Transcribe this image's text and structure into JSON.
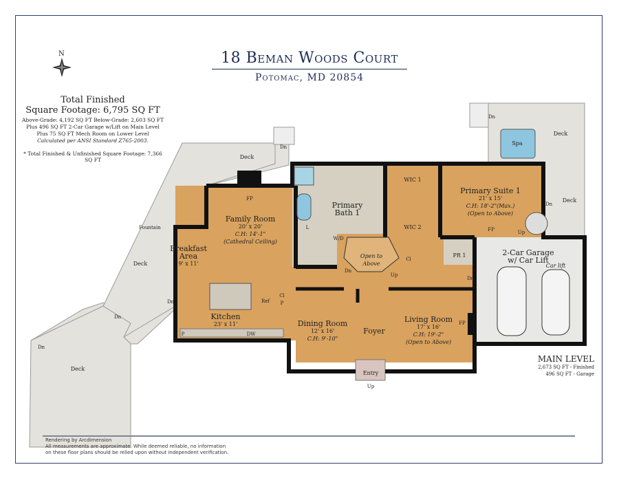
{
  "header": {
    "title": "18 Beman Woods Court",
    "subtitle": "Potomac, MD 20854",
    "compass_label": "N"
  },
  "square_footage": {
    "line1": "Total Finished",
    "line2": "Square Footage: 6,795 SQ FT",
    "grades": "Above-Grade: 4,192 SQ FT    Below-Grade: 2,603 SQ FT",
    "garage_note": "Plus 496 SQ FT 2-Car Garage w/Lift on Main Level",
    "mech_note": "Plus 75 SQ FT Mech Room on Lower Level",
    "standard": "Calculated per ANSI Standard Z765-2003.",
    "total_note": "* Total Finished & Unfinished Square Footage: 7,366 SQ FT"
  },
  "rooms": {
    "family": {
      "name": "Family Room",
      "dim": "20' x 20'",
      "ch": "C.H: 14'-1\"",
      "note": "(Cathedral Ceiling)"
    },
    "breakfast": {
      "name1": "Breakfast",
      "name2": "Area",
      "dim": "9' x 11'"
    },
    "kitchen": {
      "name": "Kitchen",
      "dim": "23' x 11'"
    },
    "bath": {
      "name1": "Primary",
      "name2": "Bath 1"
    },
    "wic1": "WIC 1",
    "wic2": "WIC 2",
    "suite": {
      "name": "Primary Suite 1",
      "dim": "21' x 15'",
      "ch": "C.H: 18'-2\"(Max.)",
      "note": "(Open to Above)"
    },
    "pr1": "PR 1",
    "garage": {
      "name1": "2-Car Garage",
      "name2": "w/ Car Lift",
      "lift": "Car lift"
    },
    "dining": {
      "name": "Dining Room",
      "dim": "12' x 16'",
      "ch": "C.H: 9'-10\""
    },
    "foyer": "Foyer",
    "living": {
      "name": "Living Room",
      "dim": "17' x 16'",
      "ch": "C.H: 19'-2\"",
      "note": "(Open to Above)"
    },
    "entry": "Entry",
    "stair_open": {
      "l1": "Open to",
      "l2": "Above"
    },
    "spa": "Spa"
  },
  "fixtures": {
    "fp": "FP",
    "dn": "Dn",
    "up": "Up",
    "l": "L",
    "wd": "W/D",
    "cl": "Cl",
    "p": "P",
    "ref": "Ref",
    "dw": "DW",
    "fountain": "Fountain",
    "deck": "Deck"
  },
  "main_level": {
    "title": "MAIN LEVEL",
    "finished": "2,673 SQ FT - Finished",
    "garage": "496 SQ FT - Garage"
  },
  "footer": {
    "credit": "Rendering by Arcdimension",
    "disclaimer1": "All measurements are approximate. While deemed reliable, no information",
    "disclaimer2": "on these floor plans should be relied upon without independent verification."
  },
  "colors": {
    "wood": "#d9a25e",
    "tile": "#d6d0c2",
    "deck": "#e3e2dc",
    "wall": "#111111",
    "navy": "#1f2d55",
    "water": "#6fb0d0"
  }
}
